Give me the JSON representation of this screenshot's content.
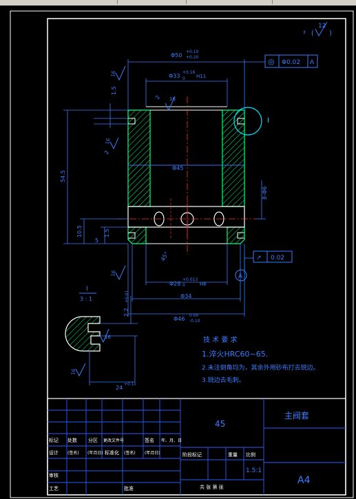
{
  "drawing": {
    "title_part_name": "主阀套",
    "material": "45",
    "sheet_size": "A4",
    "scale": "1.5:1",
    "roughness_general": "12",
    "roughness_note_top": "16",
    "roughness_values": [
      "16",
      "16",
      "16",
      "16",
      "16",
      "16"
    ],
    "colors": {
      "background": "#000000",
      "frame": "#ffffff",
      "dim": "#3a7dff",
      "part": "#00ff7f",
      "center": "#ff3030",
      "title_block": "#2b5cff",
      "cyan": "#00e5ff"
    }
  },
  "dimensions": {
    "d50": "Φ50",
    "d50_tol_up": "+0.10",
    "d50_tol_low": "+0.20",
    "d33": "Φ33",
    "d33_tol_up": "+0.16",
    "d33_tol_low": "0",
    "d33_suffix": "H11",
    "d45": "Φ45",
    "d28": "Φ28",
    "d28_tol_up": "+0.013",
    "d28_tol_low": "0",
    "d28_suffix": "H6",
    "d34": "Φ34",
    "d46": "Φ46",
    "d46_tol_up": "0.00",
    "d46_tol_low": "-0.10",
    "len_545": "54.5",
    "len_105": "10.5",
    "len_15a": "1.5",
    "len_15b": "1.5",
    "len_5": "5",
    "len_24": "24",
    "len_24_tol": "+0.1",
    "len_22": "2.2",
    "len_22_tol": "+0.01",
    "holes": "8-Φ6",
    "angle_45": "45°",
    "chamfer": "2"
  },
  "tolerances": {
    "coaxiality": "◎",
    "coax_value": "Φ0.02",
    "coax_datum": "A",
    "runout_symbol": "↗",
    "runout_value": "0.02",
    "datum_label": "A"
  },
  "detail": {
    "label": "I",
    "scale_top": "I",
    "scale_bottom": "3 : 1",
    "roughness": "16"
  },
  "notes": {
    "heading": "技 术 要 求",
    "items": [
      "1.淬火HRC60~65.",
      "2.未注倒角均为，其余外用砂布打去锐边。",
      "3.锐边去毛刺。"
    ]
  },
  "title_block": {
    "row1": [
      "标记",
      "处数",
      "分区",
      "更改文件号",
      "签名",
      "年、月、日"
    ],
    "row2": [
      "设计",
      "(签名)",
      "(年月日)",
      "标准化",
      "(签名)",
      "(年月日)"
    ],
    "row3": [
      "审核"
    ],
    "row4": [
      "工艺",
      "批准"
    ],
    "stage_label": "阶段标记",
    "weight_label": "重量",
    "scale_label": "比例",
    "sheet_label": "共  张  第  张"
  }
}
